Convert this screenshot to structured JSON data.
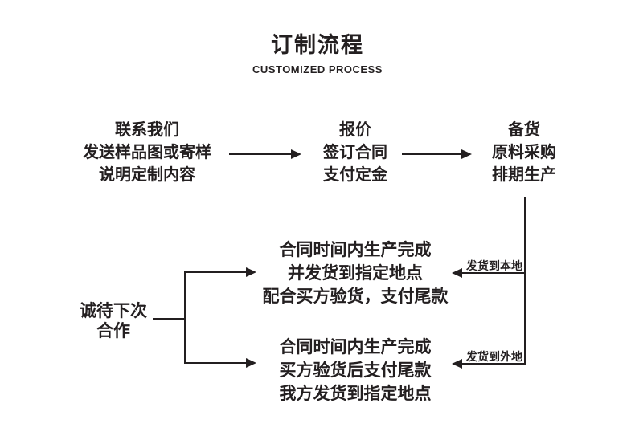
{
  "header": {
    "title": "订制流程",
    "subtitle": "CUSTOMIZED PROCESS"
  },
  "steps": [
    {
      "lines": [
        "联系我们",
        "发送样品图或寄样",
        "说明定制内容"
      ]
    },
    {
      "lines": [
        "报价",
        "签订合同",
        "支付定金"
      ]
    },
    {
      "lines": [
        "备货",
        "原料采购",
        "排期生产"
      ]
    }
  ],
  "shipping_branches": [
    {
      "tag": "发货到本地",
      "lines": [
        "合同时间内生产完成",
        "并发货到指定地点",
        "配合买方验货，支付尾款"
      ]
    },
    {
      "tag": "发货到外地",
      "lines": [
        "合同时间内生产完成",
        "买方验货后支付尾款",
        "我方发货到指定地点"
      ]
    }
  ],
  "closing": {
    "lines": [
      "诚待下次",
      "合作"
    ]
  },
  "colors": {
    "ink": "#231f20",
    "background": "#ffffff"
  }
}
